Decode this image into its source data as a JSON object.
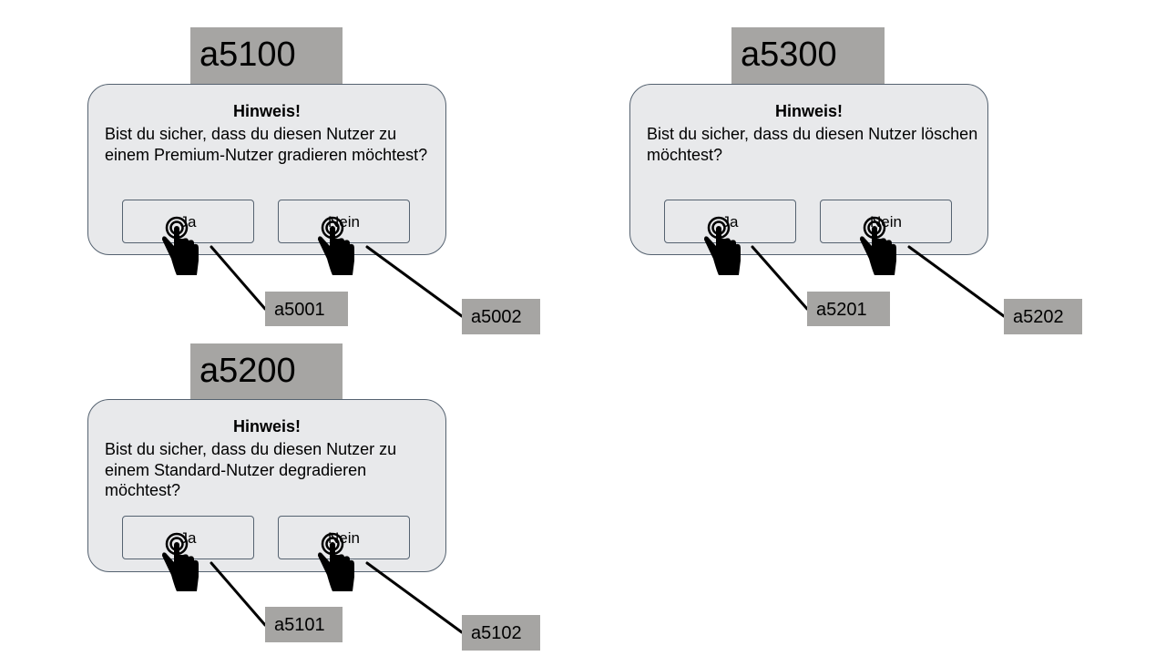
{
  "panels": {
    "a5100": {
      "id": "a5100",
      "title": "Hinweis!",
      "text": "Bist du sicher, dass du diesen Nutzer zu einem Premium-Nutzer gradieren möchtest?",
      "yes_label": "Ja",
      "no_label": "Nein",
      "yes_callout": "a5001",
      "no_callout": "a5002"
    },
    "a5200": {
      "id": "a5200",
      "title": "Hinweis!",
      "text": "Bist du sicher, dass du diesen Nutzer zu einem Standard-Nutzer degradieren möchtest?",
      "yes_label": "Ja",
      "no_label": "Nein",
      "yes_callout": "a5101",
      "no_callout": "a5102"
    },
    "a5300": {
      "id": "a5300",
      "title": "Hinweis!",
      "text": "Bist du sicher, dass du diesen Nutzer löschen möchtest?",
      "yes_label": "Ja",
      "no_label": "Nein",
      "yes_callout": "a5201",
      "no_callout": "a5202"
    }
  },
  "colors": {
    "label_background": "#a6a5a3",
    "dialog_background": "#e8e9eb",
    "dialog_border": "#556270"
  },
  "icons": {
    "tap": "tap-hand-icon"
  }
}
